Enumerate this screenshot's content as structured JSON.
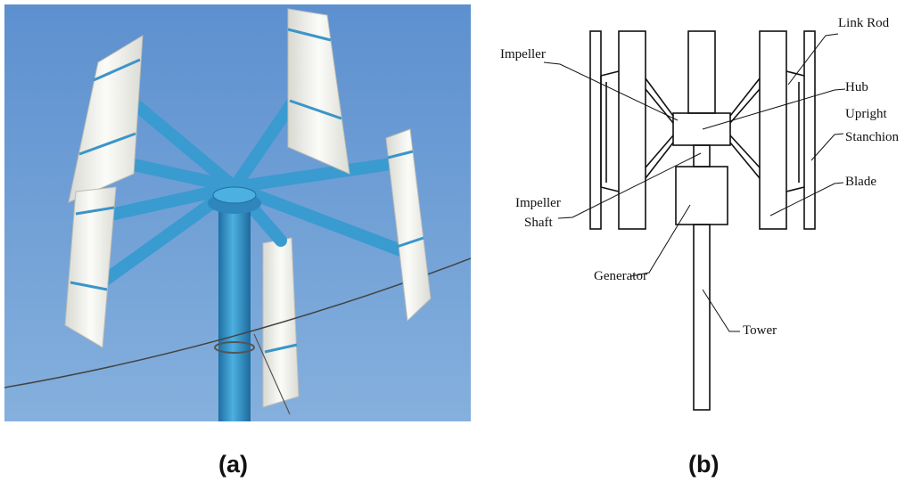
{
  "panel_a": {
    "caption": "(a)"
  },
  "panel_b": {
    "caption": "(b)",
    "labels": {
      "link_rod": "Link Rod",
      "impeller": "Impeller",
      "hub": "Hub",
      "upright": "Upright",
      "stanchion": "Stanchion",
      "blade": "Blade",
      "impeller_shaft_1": "Impeller",
      "impeller_shaft_2": "Shaft",
      "generator": "Generator",
      "tower": "Tower"
    }
  },
  "colors": {
    "sky": "#6f9fd6",
    "steel_blue": "#3a95c9",
    "blade_white": "#eeeeea"
  }
}
